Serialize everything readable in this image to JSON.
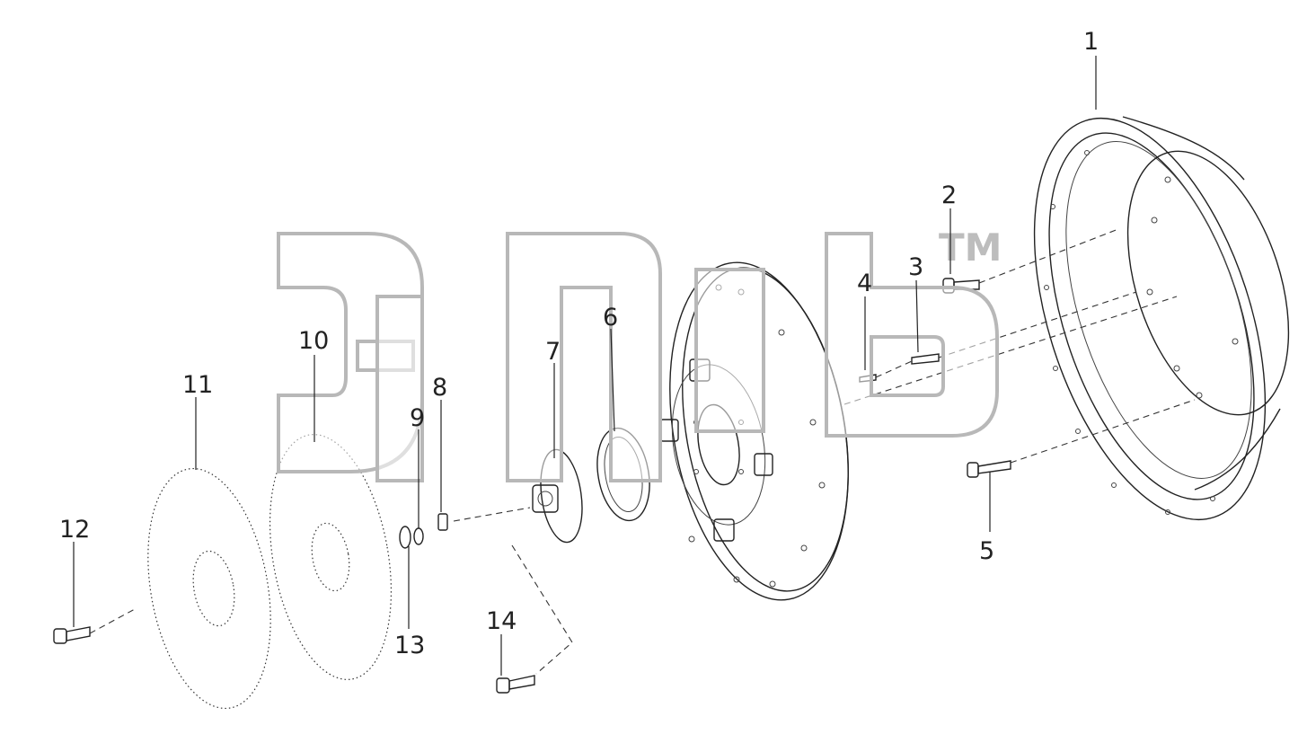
{
  "diagram": {
    "callouts": [
      {
        "id": "1",
        "text": "1"
      },
      {
        "id": "2",
        "text": "2"
      },
      {
        "id": "3",
        "text": "3"
      },
      {
        "id": "4",
        "text": "4"
      },
      {
        "id": "5",
        "text": "5"
      },
      {
        "id": "6",
        "text": "6"
      },
      {
        "id": "7",
        "text": "7"
      },
      {
        "id": "8",
        "text": "8"
      },
      {
        "id": "9",
        "text": "9"
      },
      {
        "id": "10",
        "text": "10"
      },
      {
        "id": "11",
        "text": "11"
      },
      {
        "id": "12",
        "text": "12"
      },
      {
        "id": "13",
        "text": "13"
      },
      {
        "id": "14",
        "text": "14"
      }
    ]
  },
  "watermark": {
    "trademark": "TM"
  },
  "colors": {
    "line": "#222222",
    "watermark": "#b8b8b8",
    "background": "#ffffff"
  }
}
